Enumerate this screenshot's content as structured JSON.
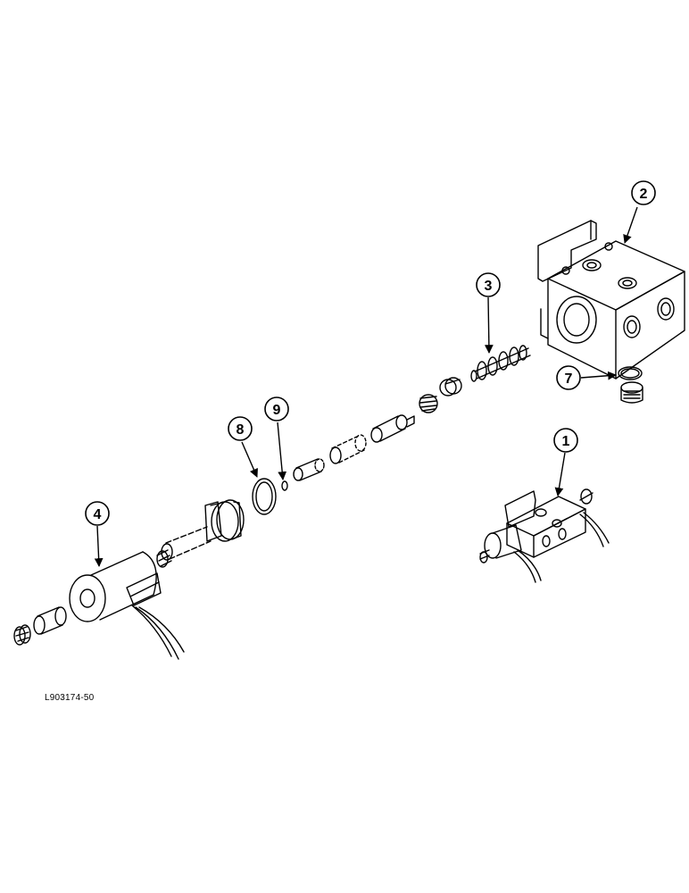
{
  "callouts": {
    "c1": "1",
    "c2": "2",
    "c3": "3",
    "c4": "4",
    "c7": "7",
    "c8": "8",
    "c9": "9"
  },
  "figure_id": "L903174-50"
}
